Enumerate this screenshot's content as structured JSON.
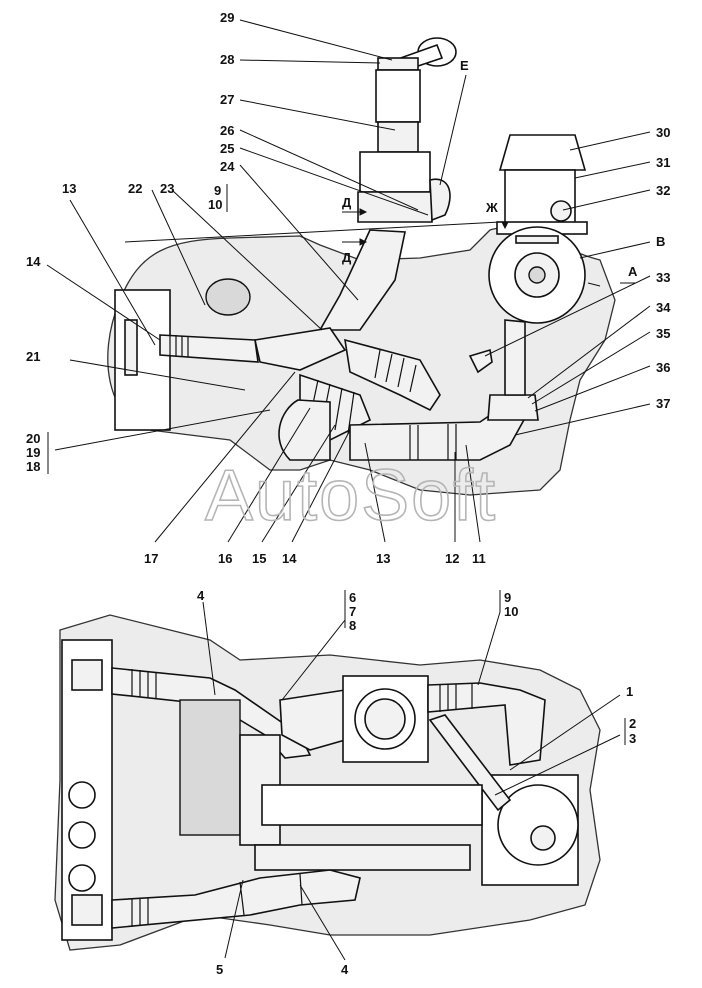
{
  "watermark": "AutoSoft",
  "top_view": {
    "callouts": {
      "c29": "29",
      "c28": "28",
      "c27": "27",
      "c26": "26",
      "c25": "25",
      "c24": "24",
      "c9": "9",
      "c10": "10",
      "c22": "22",
      "c23": "23",
      "c13a": "13",
      "c14a": "14",
      "c21": "21",
      "c20": "20",
      "c19": "19",
      "c18": "18",
      "c17": "17",
      "c16": "16",
      "c15": "15",
      "c14b": "14",
      "c13b": "13",
      "c12": "12",
      "c11": "11",
      "c30": "30",
      "c31": "31",
      "c32": "32",
      "cB": "В",
      "cA": "А",
      "c33": "33",
      "c34": "34",
      "c35": "35",
      "c36": "36",
      "c37": "37",
      "cE": "Е",
      "cD1": "Д",
      "cD2": "Д",
      "cZh": "Ж"
    }
  },
  "bottom_view": {
    "callouts": {
      "c4a": "4",
      "c6": "6",
      "c7": "7",
      "c8": "8",
      "c9": "9",
      "c10": "10",
      "c1": "1",
      "c2": "2",
      "c3": "3",
      "c5": "5",
      "c4b": "4"
    }
  }
}
